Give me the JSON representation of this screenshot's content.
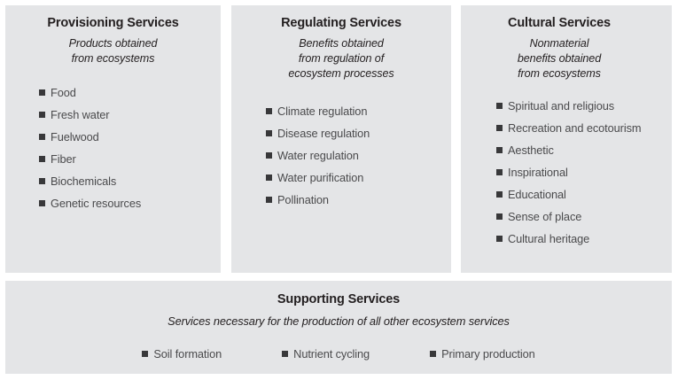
{
  "diagram": {
    "name": "Ecosystem Services Categories",
    "colors": {
      "panel_background": "#e4e5e7",
      "page_background": "#ffffff",
      "title_text": "#231f20",
      "item_text": "#4a4a4c",
      "bullet": "#38383a"
    },
    "panels": [
      {
        "id": "provisioning",
        "title": "Provisioning Services",
        "subtitle_lines": [
          "Products obtained",
          "from ecosystems"
        ],
        "items": [
          "Food",
          "Fresh water",
          "Fuelwood",
          "Fiber",
          "Biochemicals",
          "Genetic resources"
        ]
      },
      {
        "id": "regulating",
        "title": "Regulating Services",
        "subtitle_lines": [
          "Benefits obtained",
          "from regulation of",
          "ecosystem processes"
        ],
        "items": [
          "Climate regulation",
          "Disease regulation",
          "Water regulation",
          "Water purification",
          "Pollination"
        ]
      },
      {
        "id": "cultural",
        "title": "Cultural Services",
        "subtitle_lines": [
          "Nonmaterial",
          "benefits obtained",
          "from ecosystems"
        ],
        "items": [
          "Spiritual and religious",
          "Recreation and ecotourism",
          "Aesthetic",
          "Inspirational",
          "Educational",
          "Sense of place",
          "Cultural heritage"
        ]
      },
      {
        "id": "supporting",
        "title": "Supporting Services",
        "subtitle_lines": [
          "Services necessary for the production of all other ecosystem services"
        ],
        "items": [
          "Soil formation",
          "Nutrient cycling",
          "Primary production"
        ]
      }
    ]
  }
}
